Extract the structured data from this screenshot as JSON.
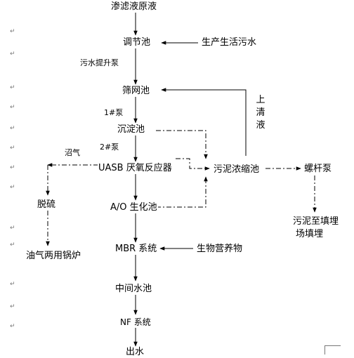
{
  "diagram": {
    "nodes": {
      "leachate": "渗滤液原液",
      "equalization": "调节池",
      "domestic_sewage": "生产生活污水",
      "lift_pump": "污水提升泵",
      "screen_tank": "筛网池",
      "pump1": "1#泵",
      "sedimentation": "沉淀池",
      "pump2": "2#泵",
      "biogas": "沼气",
      "uasb": "UASB 厌氧反应器",
      "sludge_thickener": "污泥浓缩池",
      "screw_pump": "螺杆泵",
      "desulfurization": "脱硫",
      "ao_tank": "A/O 生化池",
      "sludge_landfill_line1": "污泥至填埋",
      "sludge_landfill_line2": "场填埋",
      "boiler": "油气两用锅炉",
      "mbr": "MBR 系统",
      "nutrients": "生物营养物",
      "intermediate_tank": "中间水池",
      "nf": "NF 系统",
      "effluent": "出水"
    },
    "supernatant_chars": [
      "上",
      "清",
      "液"
    ]
  }
}
